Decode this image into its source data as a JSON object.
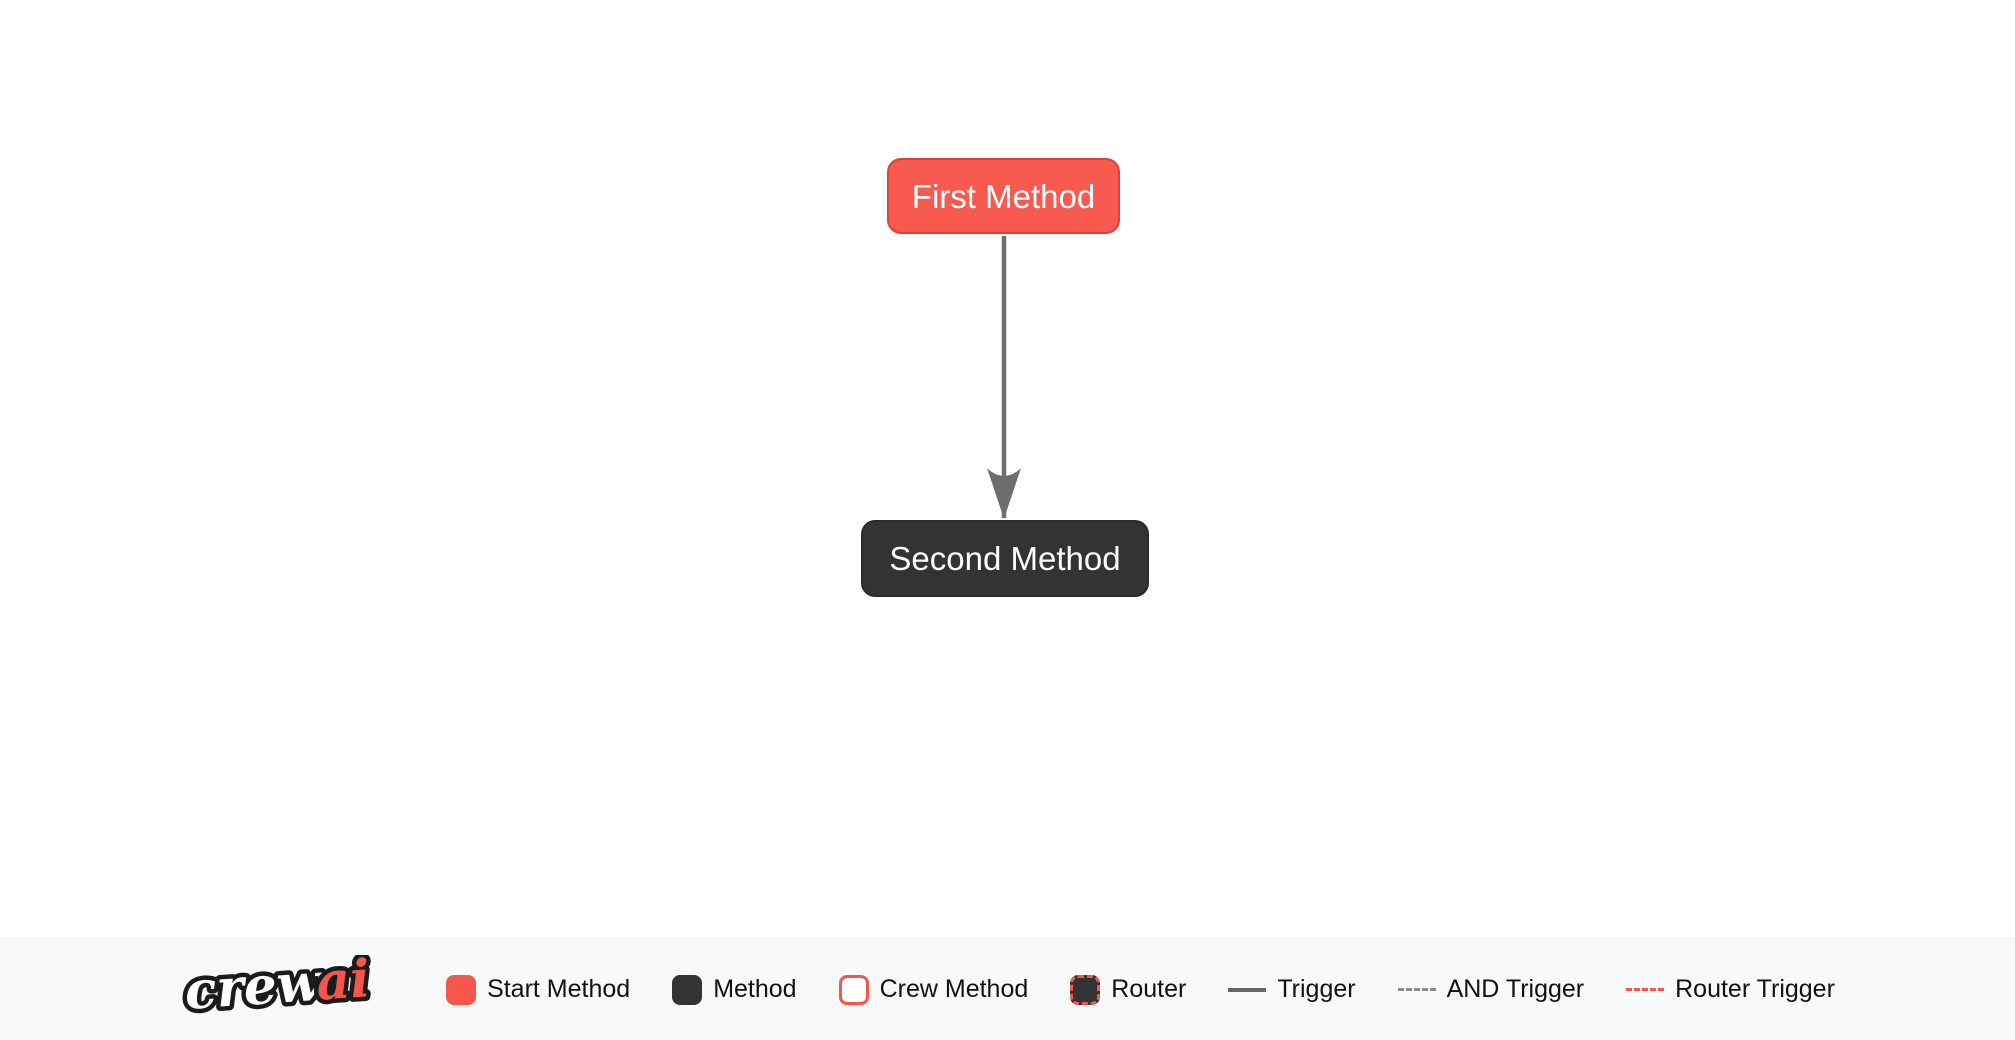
{
  "flow": {
    "nodes": [
      {
        "id": "first_method",
        "label": "First Method",
        "type": "start-method"
      },
      {
        "id": "second_method",
        "label": "Second Method",
        "type": "method"
      }
    ],
    "edges": [
      {
        "from": "first_method",
        "to": "second_method",
        "type": "trigger"
      }
    ]
  },
  "legend": {
    "logo": {
      "part1": "crew",
      "part2": "ai"
    },
    "items": [
      {
        "label": "Start Method",
        "swatch": "start-method-box"
      },
      {
        "label": "Method",
        "swatch": "method-box"
      },
      {
        "label": "Crew Method",
        "swatch": "crew-method-box"
      },
      {
        "label": "Router",
        "swatch": "router-box"
      },
      {
        "label": "Trigger",
        "swatch": "solid-line"
      },
      {
        "label": "AND Trigger",
        "swatch": "dashed-line"
      },
      {
        "label": "Router Trigger",
        "swatch": "red-dashed-line"
      }
    ]
  },
  "colors": {
    "start_method_fill": "#F85A50",
    "start_method_border": "#DC4437",
    "method_fill": "#333333",
    "edge_gray": "#6E6E6E",
    "legend_red": "#F5564A",
    "legend_bg": "#F8F9FA",
    "canvas_bg": "#FFFFFF",
    "legend_text": "#111111",
    "node_text": "#FFFFFF"
  }
}
